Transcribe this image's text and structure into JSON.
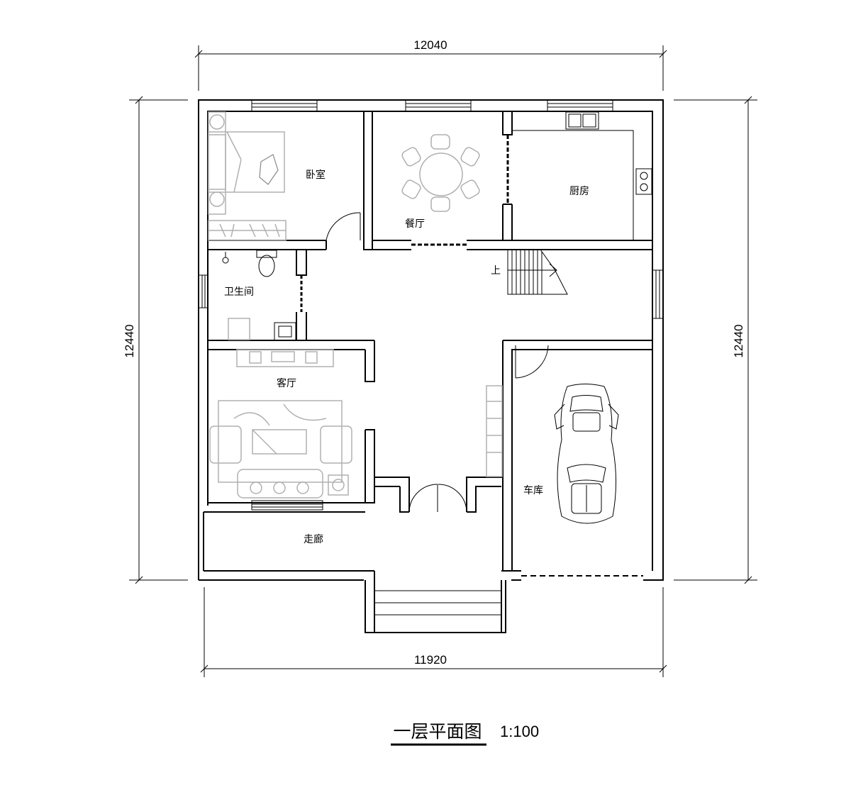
{
  "dimensions": {
    "top_width": "12040",
    "bottom_width": "11920",
    "left_height": "12440",
    "right_height": "12440"
  },
  "rooms": {
    "bedroom": "卧室",
    "dining": "餐厅",
    "kitchen": "厨房",
    "bathroom": "卫生间",
    "living": "客厅",
    "corridor": "走廊",
    "garage": "车库"
  },
  "stairs_label": "上",
  "title": {
    "name": "一层平面图",
    "scale": "1:100"
  }
}
